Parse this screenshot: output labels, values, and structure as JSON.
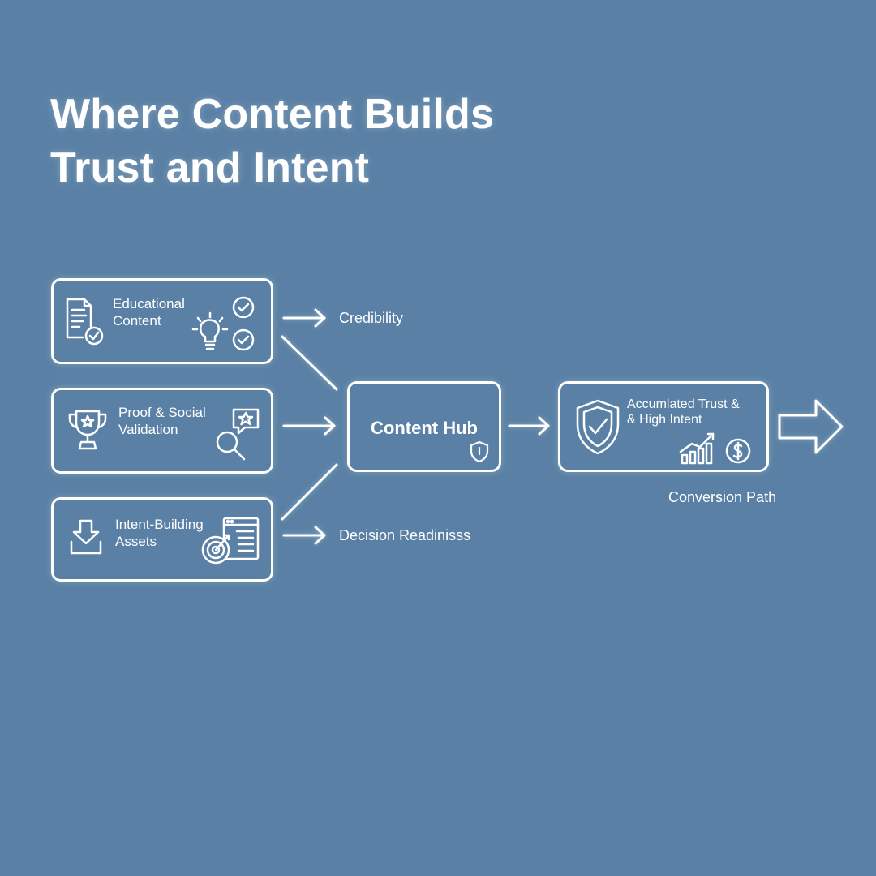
{
  "title": {
    "line1": "Where Content Builds",
    "line2": "Trust and Intent"
  },
  "sources": [
    {
      "line1": "Educational",
      "line2": "Content",
      "icons": [
        "document-check-icon",
        "lightbulb-icon",
        "check-circle-icon"
      ]
    },
    {
      "line1": "Proof & Social",
      "line2": "Validation",
      "icons": [
        "trophy-icon",
        "star-speech-bubble-icon",
        "magnifier-icon"
      ]
    },
    {
      "line1": "Intent-Building",
      "line2": "Assets",
      "icons": [
        "download-icon",
        "target-document-icon"
      ]
    }
  ],
  "outcomes": {
    "top": "Credibility",
    "bottom": "Decision Readinisss"
  },
  "hub": {
    "label": "Content Hub",
    "icon": "shield-icon"
  },
  "result": {
    "line1": "Accumlated Trust &",
    "line2": "& High Intent",
    "icons": [
      "shield-check-icon",
      "growth-chart-icon",
      "dollar-coin-icon"
    ]
  },
  "conversion": {
    "label": "Conversion Path",
    "icon": "arrow-right-icon"
  },
  "colors": {
    "background": "#5a81a5",
    "foreground": "#ffffff"
  }
}
